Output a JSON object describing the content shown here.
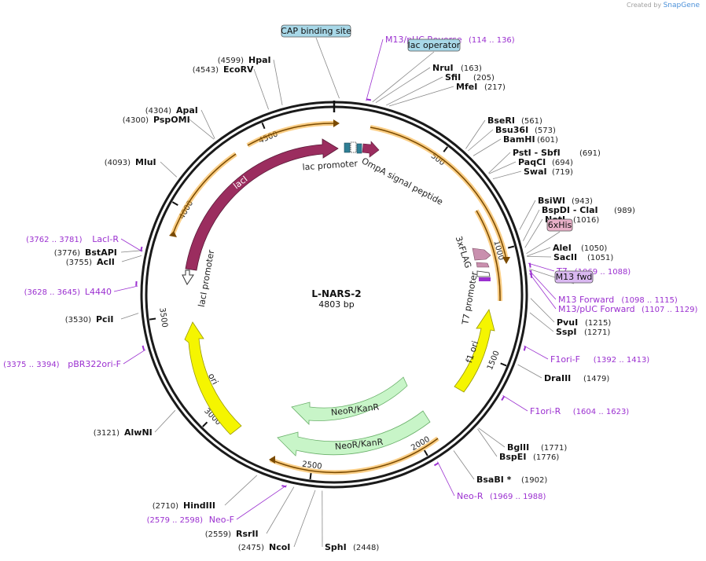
{
  "credit": {
    "prefix": "Created by",
    "brand": "SnapGene"
  },
  "plasmid": {
    "name": "L-NARS-2",
    "length": "4803 bp"
  },
  "colors": {
    "backbone": "#1a1a1a",
    "orange": "#f5a623",
    "lacI": "#9b2d5f",
    "ori": "#f5f500",
    "neo": "#c8f5c8",
    "flag": "#c98fae",
    "primer": "#9b30d0",
    "feature_box": "#a8d8e8",
    "his_box": "#e8b0c8"
  },
  "ruler": [
    {
      "pos": 500,
      "label": "500"
    },
    {
      "pos": 1000,
      "label": "1000"
    },
    {
      "pos": 1500,
      "label": "1500"
    },
    {
      "pos": 2000,
      "label": "2000"
    },
    {
      "pos": 2500,
      "label": "2500"
    },
    {
      "pos": 3000,
      "label": "3000"
    },
    {
      "pos": 3500,
      "label": "3500"
    },
    {
      "pos": 4000,
      "label": "4000"
    },
    {
      "pos": 4500,
      "label": "4500"
    }
  ],
  "enzymes": [
    {
      "name": "HpaI",
      "coord": "(4599)"
    },
    {
      "name": "EcoRV",
      "coord": "(4543)"
    },
    {
      "name": "ApaI",
      "coord": "(4304)"
    },
    {
      "name": "PspOMI",
      "coord": "(4300)"
    },
    {
      "name": "MluI",
      "coord": "(4093)"
    },
    {
      "name": "BstAPI",
      "coord": "(3776)"
    },
    {
      "name": "AclI",
      "coord": "(3755)"
    },
    {
      "name": "PciI",
      "coord": "(3530)"
    },
    {
      "name": "AlwNI",
      "coord": "(3121)"
    },
    {
      "name": "HindIII",
      "coord": "(2710)"
    },
    {
      "name": "RsrII",
      "coord": "(2559)"
    },
    {
      "name": "NcoI",
      "coord": "(2475)"
    },
    {
      "name": "SphI",
      "coord": "(2448)"
    },
    {
      "name": "NruI",
      "coord": "(163)"
    },
    {
      "name": "SfiI",
      "coord": "(205)"
    },
    {
      "name": "MfeI",
      "coord": "(217)"
    },
    {
      "name": "BseRI",
      "coord": "(561)"
    },
    {
      "name": "Bsu36I",
      "coord": "(573)"
    },
    {
      "name": "BamHI",
      "coord": "(601)"
    },
    {
      "name": "PstI - SbfI",
      "coord": "(691)"
    },
    {
      "name": "PaqCI",
      "coord": "(694)"
    },
    {
      "name": "SwaI",
      "coord": "(719)"
    },
    {
      "name": "BsiWI",
      "coord": "(943)"
    },
    {
      "name": "BspDI - ClaI",
      "coord": "(989)"
    },
    {
      "name": "NotI",
      "coord": "(1016)"
    },
    {
      "name": "AleI",
      "coord": "(1050)"
    },
    {
      "name": "SacII",
      "coord": "(1051)"
    },
    {
      "name": "PvuI",
      "coord": "(1215)"
    },
    {
      "name": "SspI",
      "coord": "(1271)"
    },
    {
      "name": "DraIII",
      "coord": "(1479)"
    },
    {
      "name": "BglII",
      "coord": "(1771)"
    },
    {
      "name": "BspEI",
      "coord": "(1776)"
    },
    {
      "name": "BsaBI *",
      "coord": "(1902)"
    }
  ],
  "primers": [
    {
      "name": "M13/pUC Reverse",
      "coord": "(114 .. 136)"
    },
    {
      "name": "LacI-R",
      "coord": "(3762 .. 3781)"
    },
    {
      "name": "L4440",
      "coord": "(3628 .. 3645)"
    },
    {
      "name": "pBR322ori-F",
      "coord": "(3375 .. 3394)"
    },
    {
      "name": "Neo-F",
      "coord": "(2579 .. 2598)"
    },
    {
      "name": "T7",
      "coord": "(1069 .. 1088)"
    },
    {
      "name": "M13 Forward",
      "coord": "(1098 .. 1115)"
    },
    {
      "name": "M13/pUC Forward",
      "coord": "(1107 .. 1129)"
    },
    {
      "name": "F1ori-F",
      "coord": "(1392 .. 1413)"
    },
    {
      "name": "F1ori-R",
      "coord": "(1604 .. 1623)"
    },
    {
      "name": "Neo-R",
      "coord": "(1969 .. 1988)"
    }
  ],
  "boxes": [
    {
      "name": "CAP binding site"
    },
    {
      "name": "lac operator"
    },
    {
      "name": "6xHis"
    },
    {
      "name": "M13 fwd"
    }
  ],
  "features": {
    "lac_promoter": "lac promoter",
    "ompa": "OmpA signal peptide",
    "lacI": "lacI",
    "lacI_promoter": "lacI promoter",
    "flag": "3xFLAG",
    "t7_promoter": "T7 promoter",
    "f1ori": "f1 ori",
    "ori": "ori",
    "neo1": "NeoR/KanR",
    "neo2": "NeoR/KanR"
  }
}
